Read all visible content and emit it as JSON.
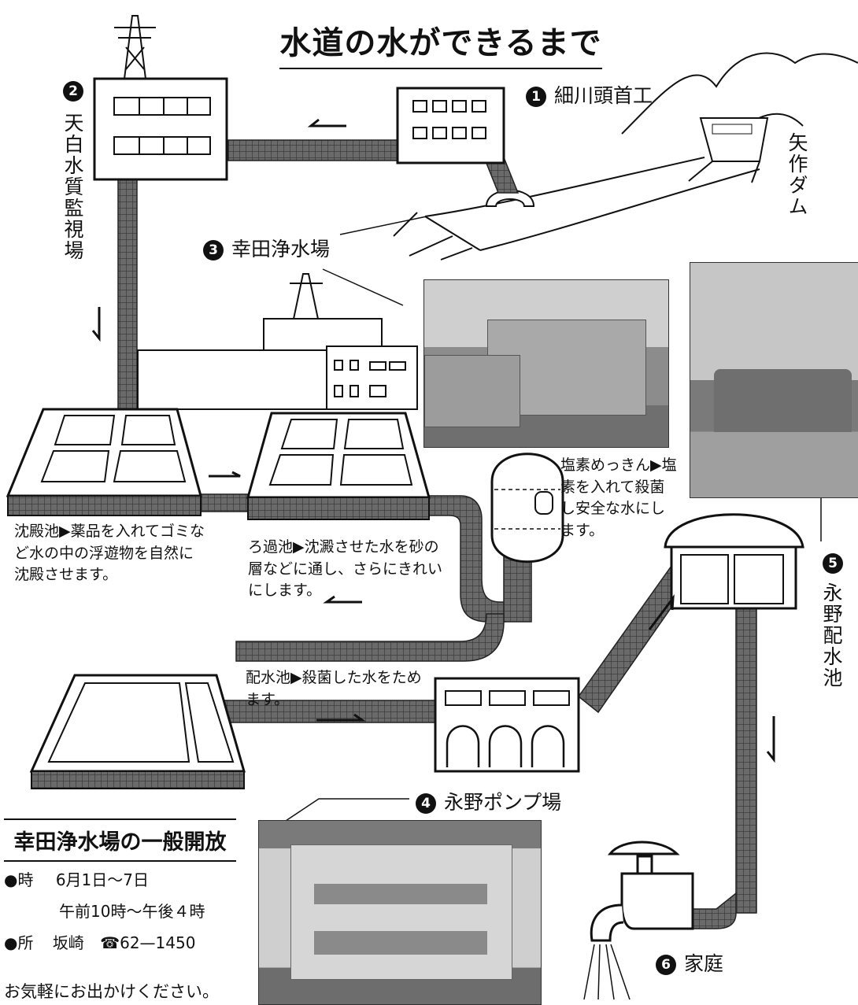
{
  "title": "水道の水ができるまで",
  "steps": {
    "s1": {
      "num": "1",
      "label": "細川頭首工"
    },
    "s2": {
      "num": "2",
      "label": "天白水質監視場"
    },
    "s3": {
      "num": "3",
      "label": "幸田浄水場"
    },
    "s4": {
      "num": "4",
      "label": "永野ポンプ場"
    },
    "s5": {
      "num": "5",
      "label": "永野配水池"
    },
    "s6": {
      "num": "6",
      "label": "家庭"
    }
  },
  "dam": "矢作ダム",
  "descriptions": {
    "sedimentation": "沈殿池▶薬品を入れてゴミなど水の中の浮遊物を自然に沈殿させます。",
    "filtration": "ろ過池▶沈澱させた水を砂の層などに通し、さらにきれいにします。",
    "chlorine": "塩素めっきん▶塩素を入れて殺菌し安全な水にします。",
    "distribution": "配水池▶殺菌した水をためます。"
  },
  "open_house": {
    "title": "幸田浄水場の一般開放",
    "date_label": "●時",
    "date": "6月1日～7日",
    "time": "午前10時～午後４時",
    "place_label": "●所",
    "place": "坂崎",
    "phone_icon": "phone-icon",
    "phone": "62—1450",
    "note": "お気軽にお出かけください。"
  },
  "colors": {
    "pipe": "#555555",
    "ink": "#111111",
    "photo": "#9a9a9a"
  }
}
